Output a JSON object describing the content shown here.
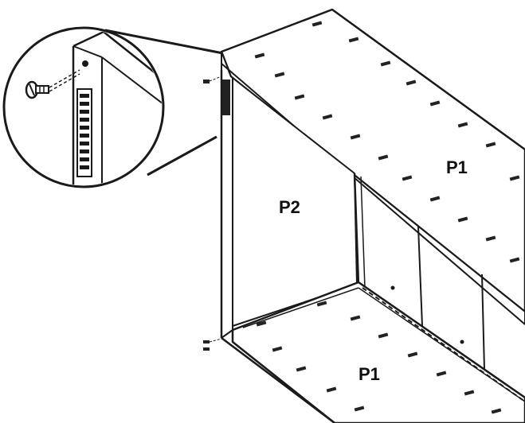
{
  "labels": {
    "top_panel": "P1",
    "back_panel": "P2",
    "bottom_panel": "P1"
  },
  "colors": {
    "line": "#1a1a1a",
    "panel_fill": "#ffffff",
    "hatch": "#222222"
  },
  "icons": {
    "screw": "screw-icon",
    "magnifier": "zoom-callout-icon"
  }
}
